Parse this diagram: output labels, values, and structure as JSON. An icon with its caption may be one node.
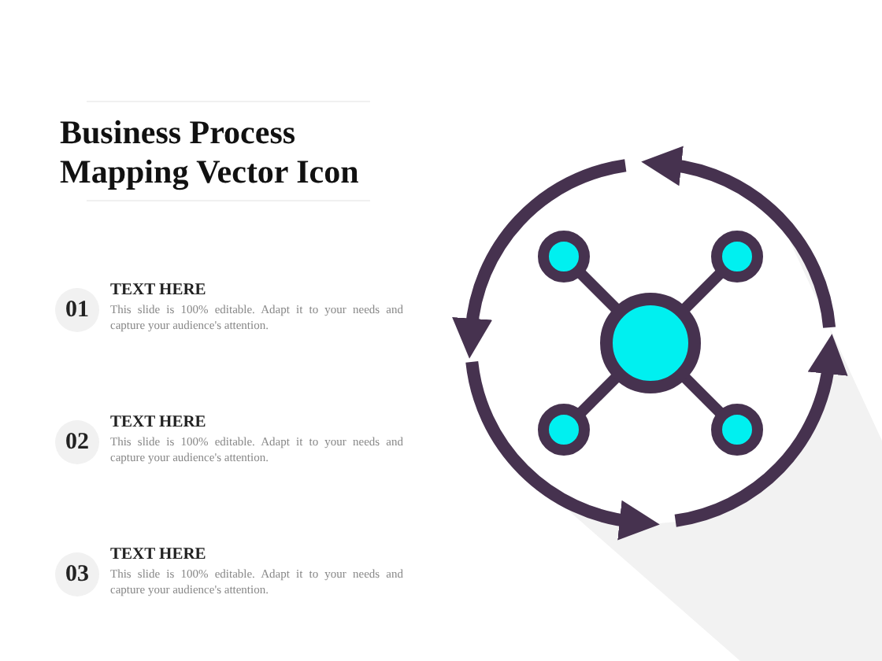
{
  "diagram": {
    "title": "Business Process Mapping Vector Icon",
    "nodes": [
      {
        "text": [
          "01"
        ],
        "beside": [
          "TEXT HERE",
          "This slide is 100% editable. Adapt it to your needs and capture your audience's attention."
        ]
      },
      {
        "text": [
          "02"
        ],
        "beside": [
          "TEXT HERE",
          "This slide is 100% editable. Adapt it to your needs and capture your audience's attention."
        ]
      },
      {
        "text": [
          "03"
        ],
        "beside": [
          "TEXT HERE",
          "This slide is 100% editable. Adapt it to your needs and capture your audience's attention."
        ]
      }
    ]
  }
}
